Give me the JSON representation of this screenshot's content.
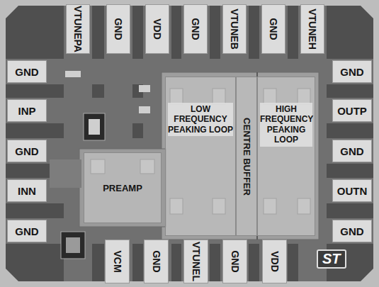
{
  "diagram": {
    "nodes": [
      {
        "text": [
          "VTUNEPA"
        ]
      },
      {
        "text": [
          "GND"
        ]
      },
      {
        "text": [
          "VDD"
        ]
      },
      {
        "text": [
          "GND"
        ]
      },
      {
        "text": [
          "VTUNEB"
        ]
      },
      {
        "text": [
          "GND"
        ]
      },
      {
        "text": [
          "VTUNEH"
        ]
      },
      {
        "text": [
          "GND"
        ]
      },
      {
        "text": [
          "INP"
        ]
      },
      {
        "text": [
          "GND"
        ]
      },
      {
        "text": [
          "INN"
        ]
      },
      {
        "text": [
          "GND"
        ]
      },
      {
        "text": [
          "PREAMP"
        ]
      },
      {
        "text": [
          "LOW FREQUENCY PEAKING LOOP"
        ]
      },
      {
        "text": [
          "CENTRE BUFFER"
        ]
      },
      {
        "text": [
          "HIGH FREQUENCY PEAKING LOOP"
        ]
      },
      {
        "text": [
          "GND"
        ]
      },
      {
        "text": [
          "OUTP"
        ]
      },
      {
        "text": [
          "GND"
        ]
      },
      {
        "text": [
          "OUTN"
        ]
      },
      {
        "text": [
          "GND"
        ]
      },
      {
        "text": [
          "VCM"
        ]
      },
      {
        "text": [
          "GND"
        ]
      },
      {
        "text": [
          "VTUNEL"
        ]
      },
      {
        "text": [
          "GND"
        ]
      },
      {
        "text": [
          "VDD"
        ]
      }
    ],
    "labels": [
      "ST"
    ]
  }
}
